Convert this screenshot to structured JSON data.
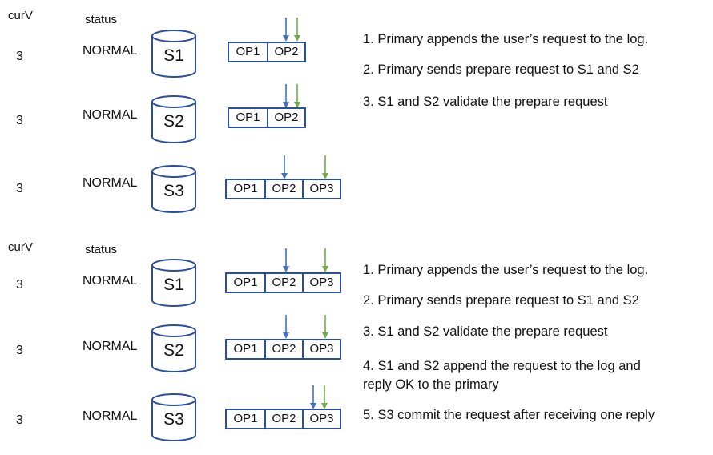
{
  "colors": {
    "log_border": "#2b4f9e",
    "cyl_stroke": "#2b4f9e",
    "arrow_blue": "#4472c4",
    "arrow_green": "#70ad47"
  },
  "panel1": {
    "curv_header": "curV",
    "status_header": "status",
    "rows": [
      {
        "curv": "3",
        "status": "NORMAL",
        "server": "S1",
        "log": [
          "OP1",
          "OP2"
        ]
      },
      {
        "curv": "3",
        "status": "NORMAL",
        "server": "S2",
        "log": [
          "OP1",
          "OP2"
        ]
      },
      {
        "curv": "3",
        "status": "NORMAL",
        "server": "S3",
        "log": [
          "OP1",
          "OP2",
          "OP3"
        ]
      }
    ],
    "steps": [
      "1. Primary appends the user’s request to the log.",
      "2. Primary sends prepare request to S1 and S2",
      "3. S1 and S2 validate the prepare request"
    ]
  },
  "panel2": {
    "curv_header": "curV",
    "status_header": "status",
    "rows": [
      {
        "curv": "3",
        "status": "NORMAL",
        "server": "S1",
        "log": [
          "OP1",
          "OP2",
          "OP3"
        ]
      },
      {
        "curv": "3",
        "status": "NORMAL",
        "server": "S2",
        "log": [
          "OP1",
          "OP2",
          "OP3"
        ]
      },
      {
        "curv": "3",
        "status": "NORMAL",
        "server": "S3",
        "log": [
          "OP1",
          "OP2",
          "OP3"
        ]
      }
    ],
    "steps": [
      "1. Primary appends the user’s request to the log.",
      "2. Primary sends prepare request to S1 and S2",
      "3. S1 and S2 validate the prepare request",
      "4. S1 and S2 append the request to the log and",
      "reply OK to the primary",
      "5. S3 commit the request after receiving one reply"
    ]
  }
}
